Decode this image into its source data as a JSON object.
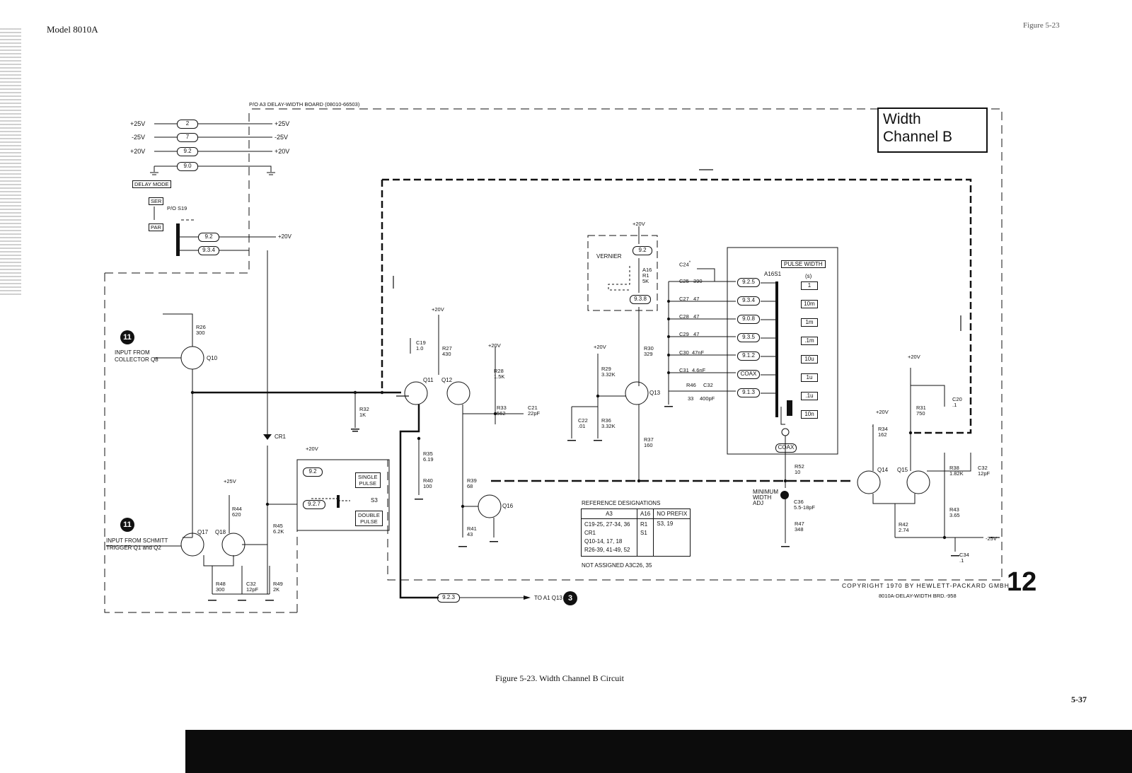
{
  "header": {
    "model": "Model 8010A",
    "figure_ref": "Figure 5-23"
  },
  "schematic_title": {
    "line1": "Width",
    "line2": "Channel B"
  },
  "board_label": "P/O A3 DELAY-WIDTH BOARD (08010-66503)",
  "power": {
    "rails_left": [
      "+25V",
      "-25V",
      "+20V"
    ],
    "rails_right": [
      "+25V",
      "-25V",
      "+20V"
    ],
    "pins": [
      "2",
      "7",
      "9.2",
      "9.0"
    ]
  },
  "delay_mode": {
    "label": "DELAY MODE",
    "ser": "SER",
    "par": "PAR",
    "switch": "P/O S19",
    "pin_a": "9.2",
    "pin_b": "9.3.4",
    "supply": "+20V"
  },
  "inputs": {
    "marker": "11",
    "collector": [
      "INPUT FROM",
      "COLLECTOR Q8"
    ],
    "schmitt": [
      "INPUT FROM SCHMITT",
      "TRIGGER Q1 and Q2"
    ]
  },
  "transistors": [
    "Q10",
    "Q11",
    "Q12",
    "Q13",
    "Q14",
    "Q15",
    "Q16",
    "Q17",
    "Q18"
  ],
  "components": {
    "R26": "300",
    "R27": "430",
    "R28": "1.5K",
    "R29": "3.32K",
    "R30": "329",
    "R31": "750",
    "R32": "1K",
    "R33": "562",
    "R34": "162",
    "R35": "6.19",
    "R36": "3.32K",
    "R37": "160",
    "R38": "1.82K",
    "R39": "68",
    "R40": "100",
    "R41": "43",
    "R42": "2.74",
    "R43": "3.65",
    "R44": "620",
    "R45": "6.2K",
    "R46": "33",
    "R47": "348",
    "R48": "300",
    "R49": "2K",
    "R52": "10",
    "C19": "1.0",
    "C20": ".1",
    "C21": "22pF",
    "C22": ".01",
    "C32": "12pF",
    "C34": ".1",
    "C36": "5.5-18pF",
    "C32b": "400pF"
  },
  "supplies": {
    "p20": "+20V",
    "p25": "+25V",
    "m25": "-25V"
  },
  "vernier": {
    "label": "VERNIER",
    "pot": [
      "A16",
      "R1",
      "5K"
    ],
    "pin_top": "9.2",
    "pin_bottom": "9.3.8"
  },
  "caps": [
    {
      "name": "C24",
      "value": "",
      "mark": "*"
    },
    {
      "name": "C25",
      "value": "390"
    },
    {
      "name": "C27",
      "value": "47"
    },
    {
      "name": "C28",
      "value": "47"
    },
    {
      "name": "C29",
      "value": "47"
    },
    {
      "name": "C30",
      "value": "47nF"
    },
    {
      "name": "C31",
      "value": "4.6nF"
    },
    {
      "name": "R46",
      "value": "33"
    },
    {
      "name": "C32",
      "value": "400pF"
    }
  ],
  "cap_pins": [
    "9.2.5",
    "9.3.4",
    "9.0.8",
    "9.3.5",
    "9.1.2",
    "COAX",
    "9.1.3"
  ],
  "pulse_width": {
    "label": "PULSE WIDTH",
    "switch": "A16S1",
    "unit": "(s)",
    "ranges": [
      "1",
      "10m",
      "1m",
      ".1m",
      "10u",
      "1u",
      ".1u",
      "10n"
    ],
    "coax": "COAX"
  },
  "min_width": [
    "MINIMUM",
    "WIDTH",
    "ADJ"
  ],
  "s3": {
    "single": [
      "SINGLE",
      "PULSE"
    ],
    "double": [
      "DOUBLE",
      "PULSE"
    ],
    "label": "S3",
    "pin_a": "9.2",
    "pin_b": "9.2.7",
    "supply": "+20V"
  },
  "cr1": "CR1",
  "output": {
    "pin": "9.2.3",
    "dest": "TO A1 Q13",
    "marker": "3"
  },
  "ref_designations": {
    "title": "REFERENCE DESIGNATIONS",
    "headers": [
      "A3",
      "A16",
      "NO PREFIX"
    ],
    "a3": [
      "C19-25, 27-34, 36",
      "CR1",
      "Q10-14, 17, 18",
      "R26-39, 41-49, 52"
    ],
    "a16": [
      "R1",
      "S1"
    ],
    "noprefix": [
      "S3, 19"
    ],
    "not_assigned": "NOT ASSIGNED A3C26, 35"
  },
  "copyright": "COPYRIGHT 1970 BY HEWLETT-PACKARD GMBH",
  "board_code": "8010A-DELAY-WIDTH BRD.-958",
  "sheet_number": "12",
  "caption": "Figure 5-23.   Width Channel B Circuit",
  "page_number": "5-37"
}
